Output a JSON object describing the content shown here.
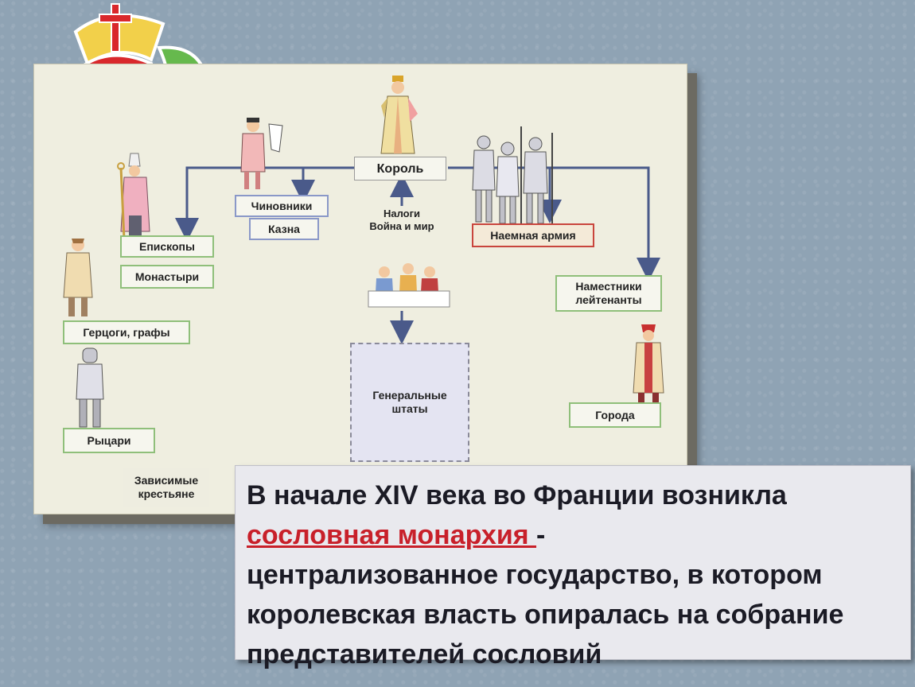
{
  "diagram": {
    "king": "Король",
    "officials": "Чиновники",
    "treasury": "Казна",
    "taxes": "Налоги",
    "war_peace": "Война и мир",
    "bishops": "Епископы",
    "monasteries": "Монастыри",
    "dukes": "Герцоги, графы",
    "knights": "Рыцари",
    "peasants": "Зависимые крестьяне",
    "army": "Наемная армия",
    "governors": "Наместники лейтенанты",
    "estates_general": "Генеральные штаты",
    "cities": "Города"
  },
  "caption": {
    "line1": "В начале XIV века во Франции возникла",
    "term": "сословная монархия ",
    "dash": "-",
    "definition": "централизованное государство, в котором королевская власть опиралась на собрание представителей сословий"
  },
  "colors": {
    "accent_red": "#c8202a",
    "arrow": "#4a5a8a",
    "box_green": "#8fbf7a"
  }
}
